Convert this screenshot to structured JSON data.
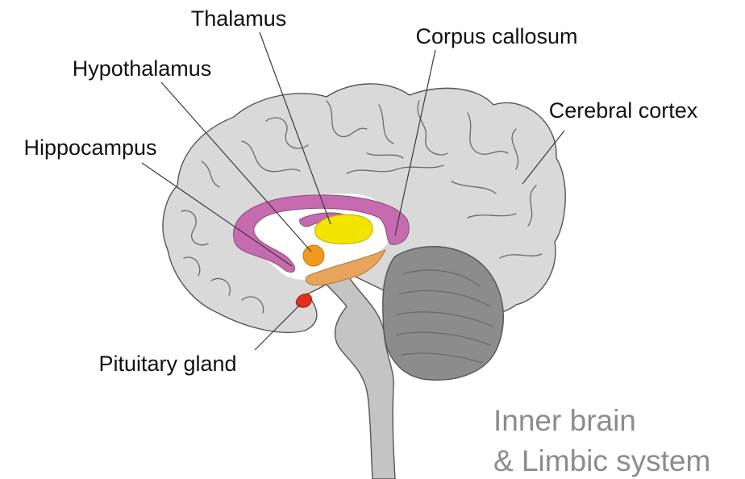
{
  "labels": {
    "thalamus": "Thalamus",
    "corpus_callosum": "Corpus callosum",
    "hypothalamus": "Hypothalamus",
    "cerebral_cortex": "Cerebral cortex",
    "hippocampus": "Hippocampus",
    "pituitary_gland": "Pituitary gland"
  },
  "caption": {
    "line1": "Inner brain",
    "line2": "& Limbic system"
  },
  "colors": {
    "cortex": "#d9d9d9",
    "cerebellum": "#8c8c8c",
    "brainstem": "#c4c4c4",
    "corpus_callosum": "#c66bb0",
    "thalamus": "#f3e400",
    "hypothalamus": "#f29a1f",
    "pons_region": "#e8a45c",
    "pituitary": "#e0301e",
    "caption_text": "#8c8c8c"
  }
}
